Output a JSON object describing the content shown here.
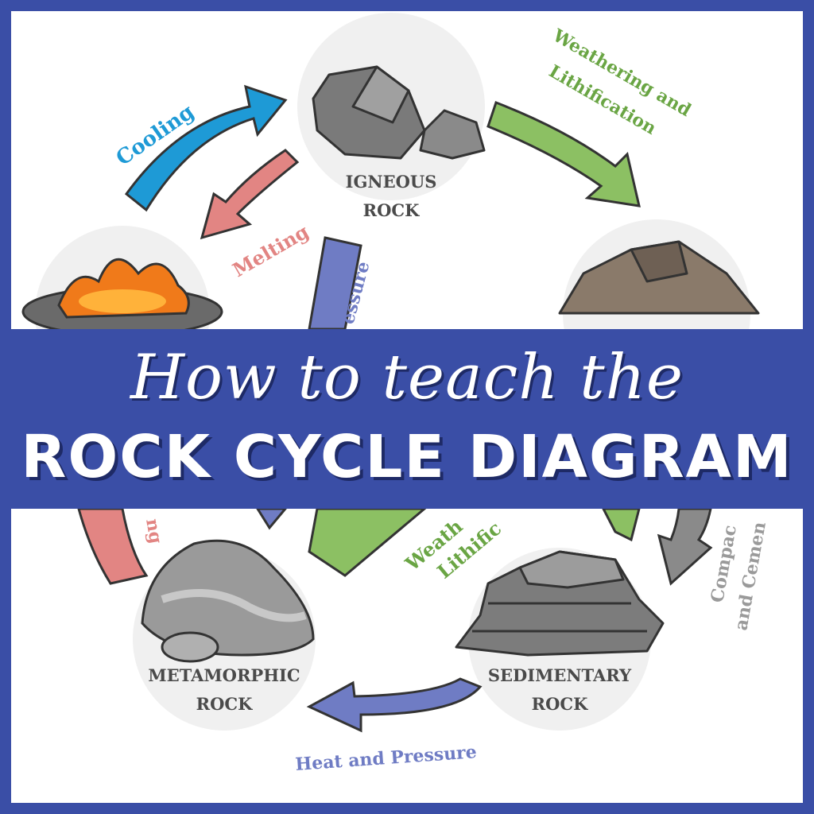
{
  "title": {
    "line1": "How to teach the",
    "line2": "ROCK CYCLE DIAGRAM"
  },
  "diagram": {
    "rocks": {
      "igneous": {
        "line1": "IGNEOUS",
        "line2": "ROCK"
      },
      "metamorphic": {
        "line1": "METAMORPHIC",
        "line2": "ROCK"
      },
      "sedimentary": {
        "line1": "SEDIMENTARY",
        "line2": "ROCK"
      }
    },
    "arrows": {
      "cooling": "Cooling",
      "melting": "Melting",
      "weathering_top": {
        "line1": "Weathering and",
        "line2": "Lithification"
      },
      "heat_pressure_partial": "essure",
      "melting_partial": "ng",
      "weathering_mid": {
        "line1": "Weath",
        "line2": "Lithific"
      },
      "compaction": {
        "line1": "Compac",
        "line2": "and Cemen"
      },
      "heat_pressure_bottom": "Heat and Pressure"
    }
  },
  "colors": {
    "border": "#3a4ea6",
    "cooling": "#1e9ad6",
    "melting": "#e28583",
    "weathering": "#8cc063",
    "heat_pressure": "#6f7cc4",
    "compaction": "#8a8a8a"
  }
}
